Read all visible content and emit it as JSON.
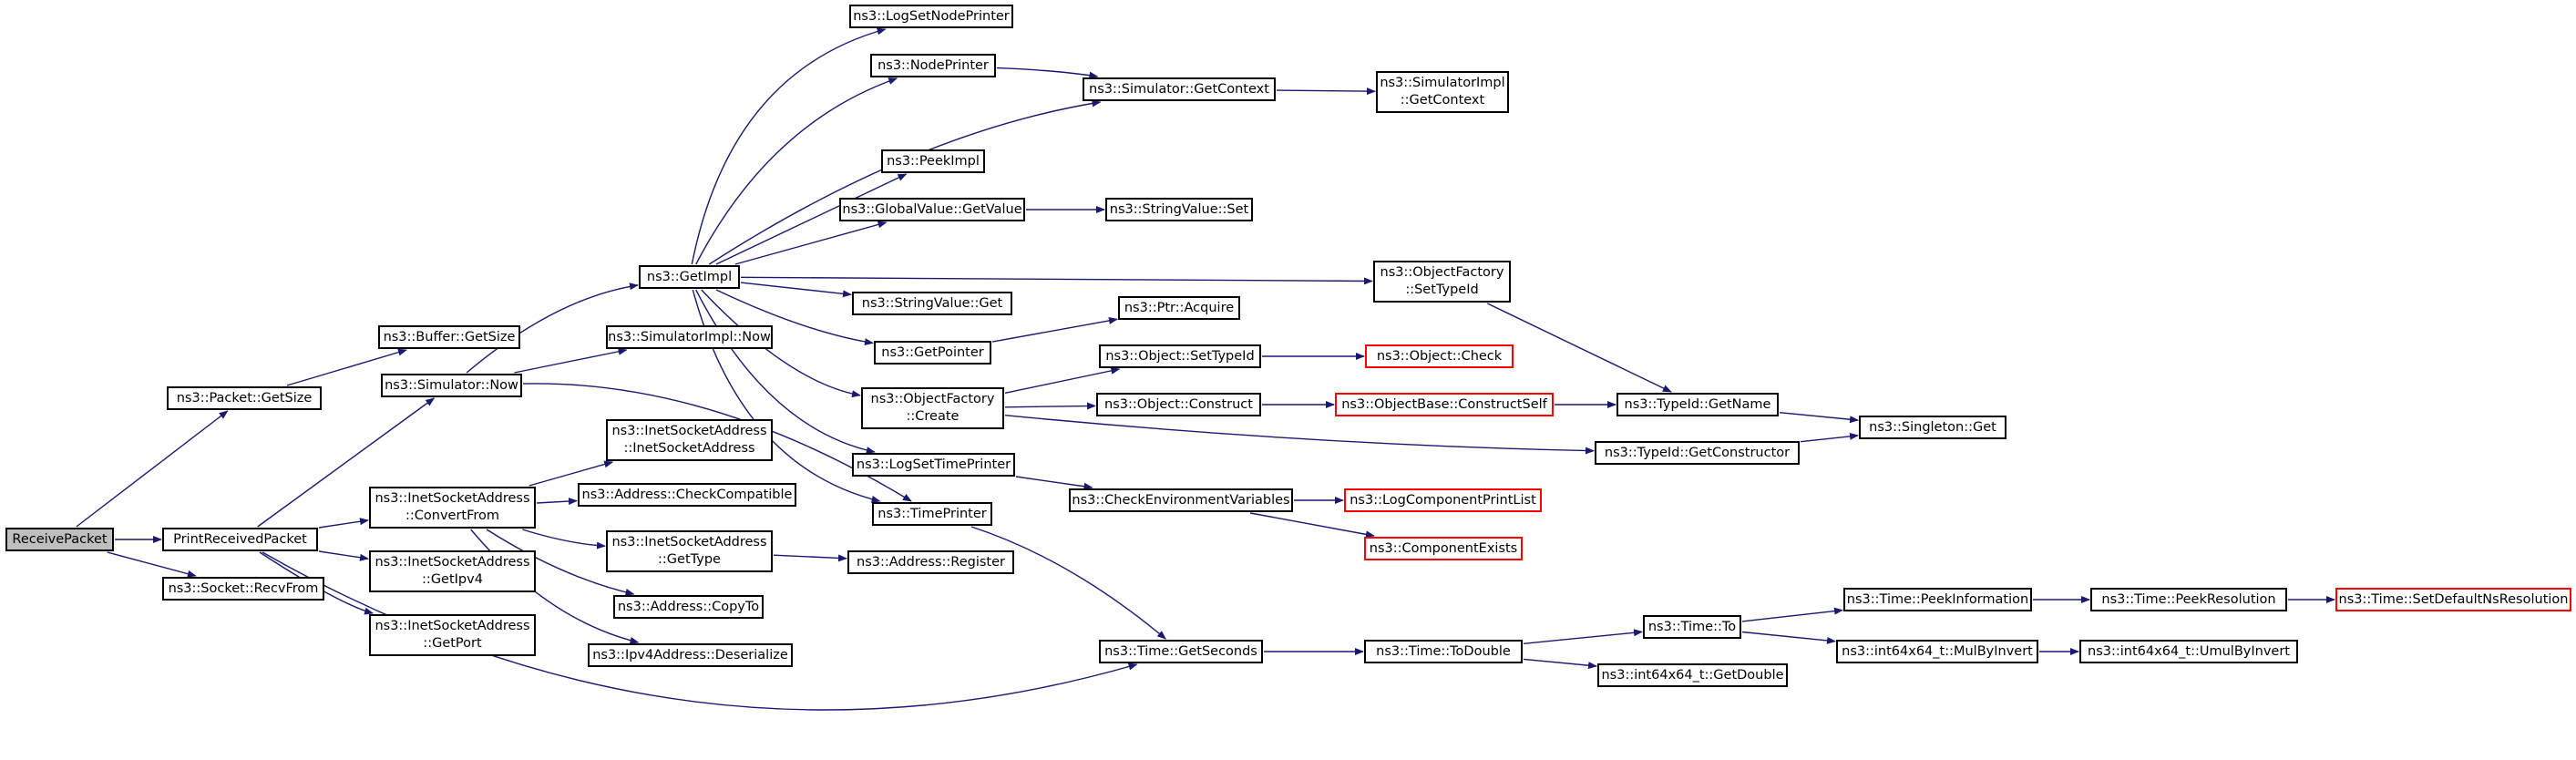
{
  "colors": {
    "edge": "#191970",
    "border": "#000000",
    "truncated_border": "#ff0000",
    "root_fill": "#bfbfbf"
  },
  "nodes": [
    {
      "id": "receive_packet",
      "lines": [
        "ReceivePacket"
      ],
      "root": true
    },
    {
      "id": "print_received_packet",
      "lines": [
        "PrintReceivedPacket"
      ]
    },
    {
      "id": "socket_recvfrom",
      "lines": [
        "ns3::Socket::RecvFrom"
      ]
    },
    {
      "id": "packet_getsize",
      "lines": [
        "ns3::Packet::GetSize"
      ]
    },
    {
      "id": "buffer_getsize",
      "lines": [
        "ns3::Buffer::GetSize"
      ]
    },
    {
      "id": "simulator_now",
      "lines": [
        "ns3::Simulator::Now"
      ]
    },
    {
      "id": "inet_convertfrom",
      "lines": [
        "ns3::InetSocketAddress",
        "::ConvertFrom"
      ]
    },
    {
      "id": "inet_getipv4",
      "lines": [
        "ns3::InetSocketAddress",
        "::GetIpv4"
      ]
    },
    {
      "id": "inet_getport",
      "lines": [
        "ns3::InetSocketAddress",
        "::GetPort"
      ]
    },
    {
      "id": "inet_ctor",
      "lines": [
        "ns3::InetSocketAddress",
        "::InetSocketAddress"
      ]
    },
    {
      "id": "address_checkcompatible",
      "lines": [
        "ns3::Address::CheckCompatible"
      ]
    },
    {
      "id": "inet_gettype",
      "lines": [
        "ns3::InetSocketAddress",
        "::GetType"
      ]
    },
    {
      "id": "address_copyto",
      "lines": [
        "ns3::Address::CopyTo"
      ]
    },
    {
      "id": "ipv4_deserialize",
      "lines": [
        "ns3::Ipv4Address::Deserialize"
      ]
    },
    {
      "id": "address_register",
      "lines": [
        "ns3::Address::Register"
      ]
    },
    {
      "id": "getimpl",
      "lines": [
        "ns3::GetImpl"
      ]
    },
    {
      "id": "simimpl_now",
      "lines": [
        "ns3::SimulatorImpl::Now"
      ]
    },
    {
      "id": "logsetnodeprinter",
      "lines": [
        "ns3::LogSetNodePrinter"
      ]
    },
    {
      "id": "nodeprinter",
      "lines": [
        "ns3::NodePrinter"
      ]
    },
    {
      "id": "peekimpl",
      "lines": [
        "ns3::PeekImpl"
      ]
    },
    {
      "id": "globalvalue_getvalue",
      "lines": [
        "ns3::GlobalValue::GetValue"
      ]
    },
    {
      "id": "stringvalue_get",
      "lines": [
        "ns3::StringValue::Get"
      ]
    },
    {
      "id": "getpointer",
      "lines": [
        "ns3::GetPointer"
      ]
    },
    {
      "id": "objectfactory_create",
      "lines": [
        "ns3::ObjectFactory",
        "::Create"
      ]
    },
    {
      "id": "logsettimeprinter",
      "lines": [
        "ns3::LogSetTimePrinter"
      ]
    },
    {
      "id": "timeprinter",
      "lines": [
        "ns3::TimePrinter"
      ]
    },
    {
      "id": "simulator_getcontext",
      "lines": [
        "ns3::Simulator::GetContext"
      ]
    },
    {
      "id": "simimpl_getcontext",
      "lines": [
        "ns3::SimulatorImpl",
        "::GetContext"
      ]
    },
    {
      "id": "stringvalue_set",
      "lines": [
        "ns3::StringValue::Set"
      ]
    },
    {
      "id": "objectfactory_settypeid",
      "lines": [
        "ns3::ObjectFactory",
        "::SetTypeId"
      ]
    },
    {
      "id": "ptr_acquire",
      "lines": [
        "ns3::Ptr::Acquire"
      ]
    },
    {
      "id": "object_settypeid",
      "lines": [
        "ns3::Object::SetTypeId"
      ]
    },
    {
      "id": "object_check",
      "lines": [
        "ns3::Object::Check"
      ],
      "truncated": true
    },
    {
      "id": "object_construct",
      "lines": [
        "ns3::Object::Construct"
      ]
    },
    {
      "id": "objectbase_constructself",
      "lines": [
        "ns3::ObjectBase::ConstructSelf"
      ],
      "truncated": true
    },
    {
      "id": "typeid_getname",
      "lines": [
        "ns3::TypeId::GetName"
      ]
    },
    {
      "id": "singleton_get",
      "lines": [
        "ns3::Singleton::Get"
      ]
    },
    {
      "id": "typeid_getconstructor",
      "lines": [
        "ns3::TypeId::GetConstructor"
      ]
    },
    {
      "id": "checkenvvars",
      "lines": [
        "ns3::CheckEnvironmentVariables"
      ]
    },
    {
      "id": "logcomponentprintlist",
      "lines": [
        "ns3::LogComponentPrintList"
      ],
      "truncated": true
    },
    {
      "id": "componentexists",
      "lines": [
        "ns3::ComponentExists"
      ],
      "truncated": true
    },
    {
      "id": "time_getseconds",
      "lines": [
        "ns3::Time::GetSeconds"
      ]
    },
    {
      "id": "time_todouble",
      "lines": [
        "ns3::Time::ToDouble"
      ]
    },
    {
      "id": "time_to",
      "lines": [
        "ns3::Time::To"
      ]
    },
    {
      "id": "int64_getdouble",
      "lines": [
        "ns3::int64x64_t::GetDouble"
      ]
    },
    {
      "id": "time_peekinformation",
      "lines": [
        "ns3::Time::PeekInformation"
      ]
    },
    {
      "id": "int64_mulbyinvert",
      "lines": [
        "ns3::int64x64_t::MulByInvert"
      ]
    },
    {
      "id": "time_peekresolution",
      "lines": [
        "ns3::Time::PeekResolution"
      ]
    },
    {
      "id": "int64_umulbyinvert",
      "lines": [
        "ns3::int64x64_t::UmulByInvert"
      ]
    },
    {
      "id": "time_setdefaultnsresolution",
      "lines": [
        "ns3::Time::SetDefaultNsResolution"
      ],
      "truncated": true
    }
  ],
  "edges": [
    [
      "receive_packet",
      "print_received_packet"
    ],
    [
      "receive_packet",
      "socket_recvfrom"
    ],
    [
      "receive_packet",
      "packet_getsize"
    ],
    [
      "packet_getsize",
      "buffer_getsize"
    ],
    [
      "print_received_packet",
      "simulator_now"
    ],
    [
      "print_received_packet",
      "inet_convertfrom"
    ],
    [
      "print_received_packet",
      "inet_getipv4"
    ],
    [
      "print_received_packet",
      "inet_getport"
    ],
    [
      "print_received_packet",
      "time_getseconds"
    ],
    [
      "inet_convertfrom",
      "inet_ctor"
    ],
    [
      "inet_convertfrom",
      "address_checkcompatible"
    ],
    [
      "inet_convertfrom",
      "inet_gettype"
    ],
    [
      "inet_convertfrom",
      "address_copyto"
    ],
    [
      "inet_convertfrom",
      "ipv4_deserialize"
    ],
    [
      "inet_gettype",
      "address_register"
    ],
    [
      "simulator_now",
      "getimpl"
    ],
    [
      "simulator_now",
      "simimpl_now"
    ],
    [
      "simulator_now",
      "timeprinter"
    ],
    [
      "getimpl",
      "logsetnodeprinter"
    ],
    [
      "getimpl",
      "nodeprinter"
    ],
    [
      "getimpl",
      "simulator_getcontext"
    ],
    [
      "getimpl",
      "peekimpl"
    ],
    [
      "getimpl",
      "globalvalue_getvalue"
    ],
    [
      "getimpl",
      "objectfactory_settypeid"
    ],
    [
      "getimpl",
      "stringvalue_get"
    ],
    [
      "getimpl",
      "getpointer"
    ],
    [
      "getimpl",
      "objectfactory_create"
    ],
    [
      "getimpl",
      "logsettimeprinter"
    ],
    [
      "getimpl",
      "timeprinter"
    ],
    [
      "nodeprinter",
      "simulator_getcontext"
    ],
    [
      "simulator_getcontext",
      "simimpl_getcontext"
    ],
    [
      "globalvalue_getvalue",
      "stringvalue_set"
    ],
    [
      "getpointer",
      "ptr_acquire"
    ],
    [
      "objectfactory_create",
      "object_settypeid"
    ],
    [
      "objectfactory_create",
      "object_construct"
    ],
    [
      "objectfactory_create",
      "typeid_getconstructor"
    ],
    [
      "object_settypeid",
      "object_check"
    ],
    [
      "object_construct",
      "objectbase_constructself"
    ],
    [
      "objectbase_constructself",
      "typeid_getname"
    ],
    [
      "objectfactory_settypeid",
      "typeid_getname"
    ],
    [
      "typeid_getname",
      "singleton_get"
    ],
    [
      "typeid_getconstructor",
      "singleton_get"
    ],
    [
      "logsettimeprinter",
      "checkenvvars"
    ],
    [
      "checkenvvars",
      "logcomponentprintlist"
    ],
    [
      "checkenvvars",
      "componentexists"
    ],
    [
      "timeprinter",
      "time_getseconds"
    ],
    [
      "time_getseconds",
      "time_todouble"
    ],
    [
      "time_todouble",
      "time_to"
    ],
    [
      "time_todouble",
      "int64_getdouble"
    ],
    [
      "time_to",
      "time_peekinformation"
    ],
    [
      "time_to",
      "int64_mulbyinvert"
    ],
    [
      "time_peekinformation",
      "time_peekresolution"
    ],
    [
      "time_peekresolution",
      "time_setdefaultnsresolution"
    ],
    [
      "int64_mulbyinvert",
      "int64_umulbyinvert"
    ]
  ]
}
